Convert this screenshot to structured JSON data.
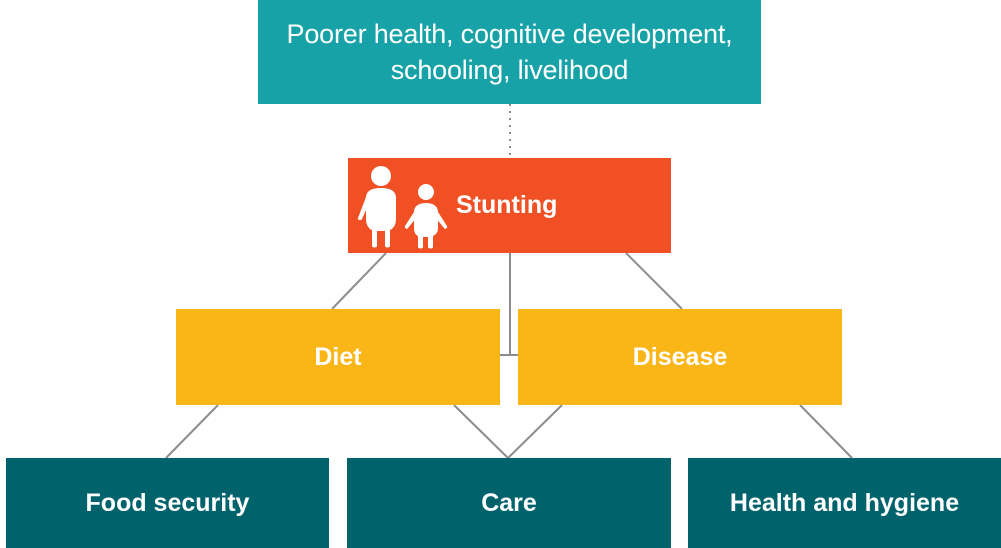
{
  "outcome": {
    "line1": "Poorer health, cognitive development,",
    "line2": "schooling, livelihood"
  },
  "problem": {
    "label": "Stunting",
    "icon": "children-icon"
  },
  "causes": {
    "diet": "Diet",
    "disease": "Disease"
  },
  "determinants": {
    "food_security": "Food security",
    "care": "Care",
    "health_hygiene": "Health and hygiene"
  },
  "colors": {
    "outcome": "#17a2a8",
    "stunting": "#f05023",
    "causes": "#fab516",
    "determinants": "#00626a",
    "connector": "#8c8c8c"
  }
}
